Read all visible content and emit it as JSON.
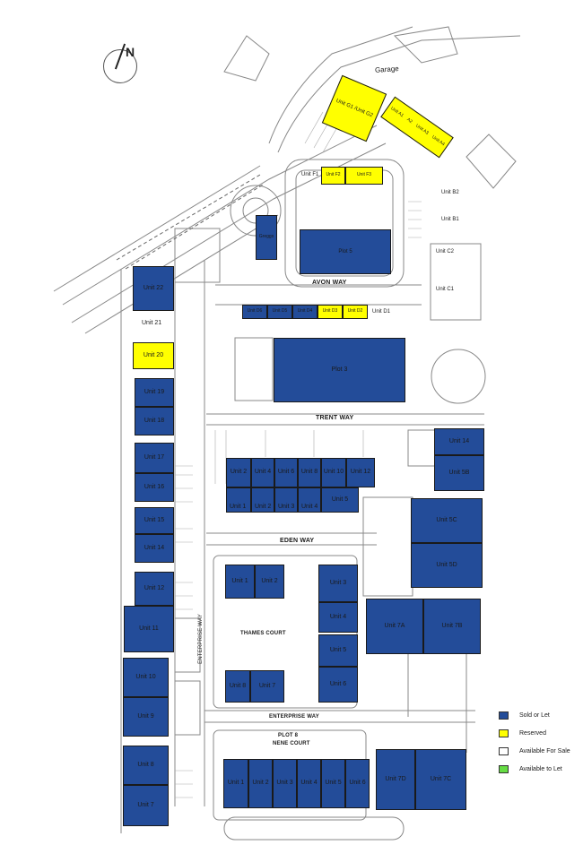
{
  "colors": {
    "sold": "#234c99",
    "reserved": "#ffff00",
    "available_sale": "#ffffff",
    "available_let": "#66dd44"
  },
  "compass": {
    "label": "N",
    "icon": "north-arrow-icon"
  },
  "labels": {
    "garage": "Garage",
    "avon_way": "AVON WAY",
    "trent_way": "TRENT WAY",
    "eden_way": "EDEN WAY",
    "thames_court": "THAMES COURT",
    "enterprise_way_vertical": "ENTERPRISE WAY",
    "enterprise_way": "ENTERPRISE WAY",
    "plot8": "PLOT 8",
    "nene_court": "NENE COURT",
    "greggs": "Greggs",
    "plot5": "Plot 5",
    "plot3": "Plot 3",
    "unit_f1": "Unit F1",
    "unit_b2": "Unit B2",
    "unit_b1": "Unit B1",
    "unit_c2": "Unit C2",
    "unit_c1": "Unit C1",
    "unit_21": "Unit 21",
    "unit_d1": "Unit D1"
  },
  "units": {
    "g1g2": "Unit G1 /Unit G2",
    "a1": "Unit A1",
    "a2": "A2",
    "a3": "Unit A3",
    "a4": "Unit A4",
    "f2": "Unit F2",
    "f3": "Unit F3",
    "d6": "Unit D6",
    "d5": "Unit D5",
    "d4": "Unit D4",
    "d3": "Unit D3",
    "d2": "Unit D2",
    "u22": "Unit 22",
    "u20": "Unit 20",
    "u19": "Unit 19",
    "u18": "Unit 18",
    "u17": "Unit 17",
    "u16": "Unit 16",
    "u15": "Unit 15",
    "u14w": "Unit 14",
    "u12w": "Unit 12",
    "u11": "Unit 11",
    "u10w": "Unit 10",
    "u9": "Unit 9",
    "u8w": "Unit 8",
    "u7w": "Unit 7",
    "t2": "Unit 2",
    "t4": "Unit 4",
    "t6": "Unit 6",
    "t8": "Unit 8",
    "t10": "Unit 10",
    "t12": "Unit 12",
    "b1": "Unit 1",
    "b2": "Unit 2",
    "b3": "Unit 3",
    "b4": "Unit 4",
    "b5": "Unit 5",
    "e14": "Unit 14",
    "e5b": "Unit 5B",
    "e5c": "Unit 5C",
    "e5d": "Unit 5D",
    "th1": "Unit 1",
    "th2": "Unit 2",
    "th3": "Unit 3",
    "th4": "Unit 4",
    "th5": "Unit 5",
    "th6": "Unit 6",
    "th7": "Unit 7",
    "th8": "Unit 8",
    "u7a": "Unit 7A",
    "u7b": "Unit 7B",
    "n1": "Unit 1",
    "n2": "Unit 2",
    "n3": "Unit 3",
    "n4": "Unit 4",
    "n5": "Unit 5",
    "n6": "Unit 6",
    "u7d": "Unit 7D",
    "u7c": "Unit 7C"
  },
  "legend": [
    {
      "label": "Sold or Let",
      "status": "sold"
    },
    {
      "label": "Reserved",
      "status": "reserved"
    },
    {
      "label": "Available For Sale",
      "status": "available_sale"
    },
    {
      "label": "Available to Let",
      "status": "available_let"
    }
  ]
}
